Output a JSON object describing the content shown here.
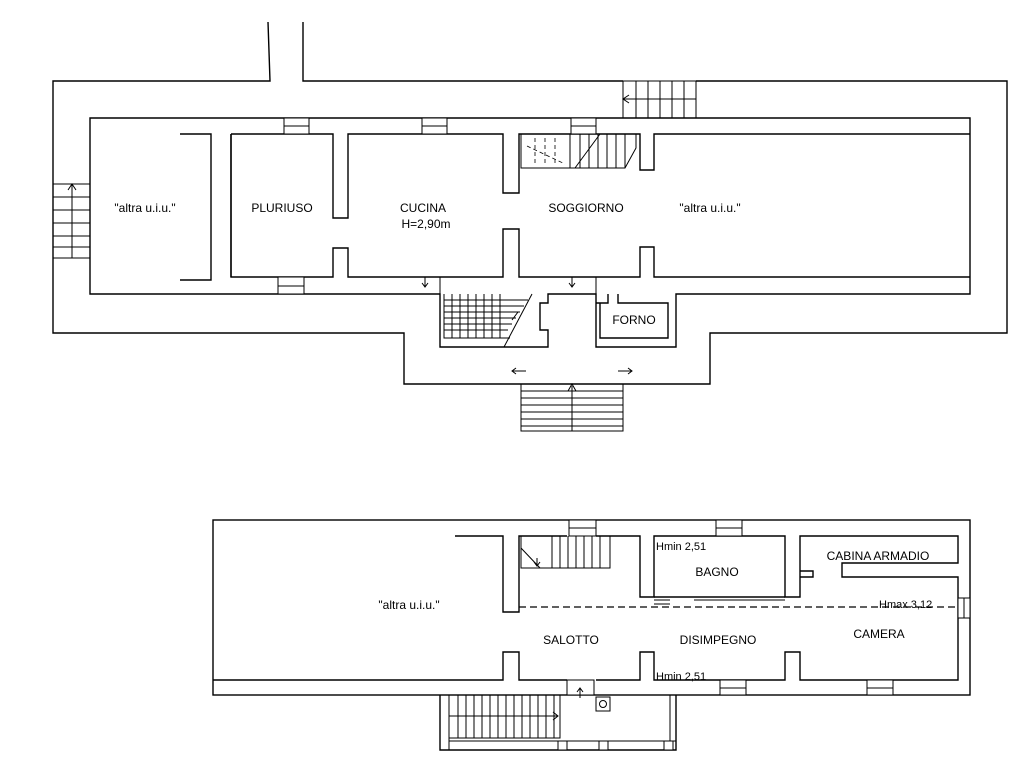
{
  "ground_floor": {
    "rooms": {
      "left_unit": "\"altra u.i.u.\"",
      "pluriuso": "PLURIUSO",
      "cucina": "CUCINA",
      "cucina_height": "H=2,90m",
      "soggiorno": "SOGGIORNO",
      "right_unit": "\"altra u.i.u.\"",
      "forno": "FORNO"
    }
  },
  "upper_floor": {
    "rooms": {
      "left_unit": "\"altra u.i.u.\"",
      "salotto": "SALOTTO",
      "disimpegno": "DISIMPEGNO",
      "bagno": "BAGNO",
      "cabina_armadio": "CABINA ARMADIO",
      "camera": "CAMERA"
    },
    "heights": {
      "hmin_top": "Hmin 2,51",
      "hmin_bottom": "Hmin 2,51",
      "hmax": "Hmax 3,12"
    }
  }
}
